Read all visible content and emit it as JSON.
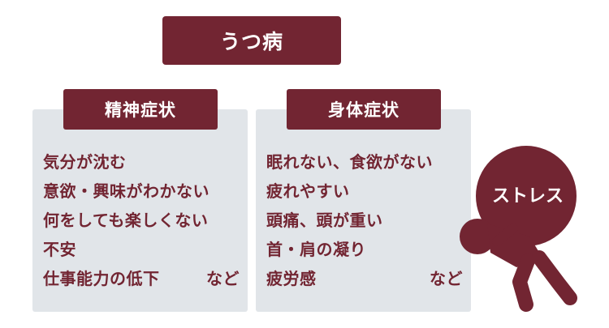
{
  "title": "うつ病",
  "mental": {
    "header": "精神症状",
    "items": [
      "気分が沈む",
      "意欲・興味がわかない",
      "何をしても楽しくない",
      "不安",
      "仕事能力の低下"
    ],
    "etc": "など"
  },
  "physical": {
    "header": "身体症状",
    "items": [
      "眠れない、食欲がない",
      "疲れやすい",
      "頭痛、頭が重い",
      "首・肩の凝り",
      "疲労感"
    ],
    "etc": "など"
  },
  "stress_label": "ストレス",
  "colors": {
    "accent": "#722532",
    "panel": "#e1e5e9",
    "background": "#ffffff"
  },
  "icons": {
    "figure": "person-carrying-stress-icon"
  }
}
